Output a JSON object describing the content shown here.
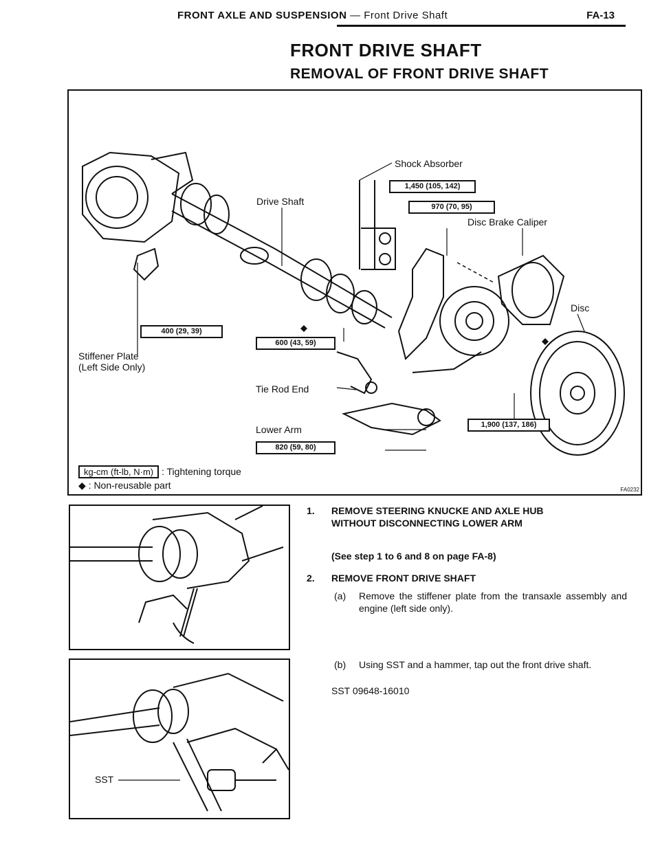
{
  "header": {
    "section": "FRONT AXLE AND SUSPENSION",
    "dash": "—",
    "subsection": "Front Drive Shaft",
    "page": "FA-13"
  },
  "title": "FRONT DRIVE SHAFT",
  "subtitle": "REMOVAL OF FRONT DRIVE SHAFT",
  "figure": {
    "labels": {
      "shock_absorber": "Shock Absorber",
      "drive_shaft": "Drive Shaft",
      "disc_brake_caliper": "Disc Brake Caliper",
      "disc": "Disc",
      "stiffener_plate_1": "Stiffener Plate",
      "stiffener_plate_2": "(Left Side Only)",
      "tie_rod_end": "Tie Rod End",
      "lower_arm": "Lower Arm"
    },
    "torques": {
      "t1450": "1,450 (105, 142)",
      "t970": "970 (70, 95)",
      "t400": "400 (29, 39)",
      "t600": "600 (43, 59)",
      "t1900": "1,900 (137, 186)",
      "t820": "820 (59, 80)"
    },
    "legend": {
      "unit_box": "kg-cm (ft-lb, N·m)",
      "unit_desc": ": Tightening torque",
      "nonreusable_symbol": "◆",
      "nonreusable_desc": ": Non-reusable part"
    },
    "code": "FA0232"
  },
  "steps": [
    {
      "num": "1.",
      "title": "REMOVE STEERING KNUCKE AND AXLE HUB WITHOUT DISCONNECTING LOWER ARM",
      "note": "(See step 1 to 6 and 8 on page FA-8)"
    },
    {
      "num": "2.",
      "title": "REMOVE FRONT DRIVE SHAFT",
      "a_label": "(a)",
      "a_text": "Remove the stiffener plate from the transaxle assembly and engine (left side only).",
      "b_label": "(b)",
      "b_text": "Using SST and a hammer, tap out the front drive shaft.",
      "sst": "SST 09648-16010"
    }
  ],
  "photo2_label": "SST"
}
